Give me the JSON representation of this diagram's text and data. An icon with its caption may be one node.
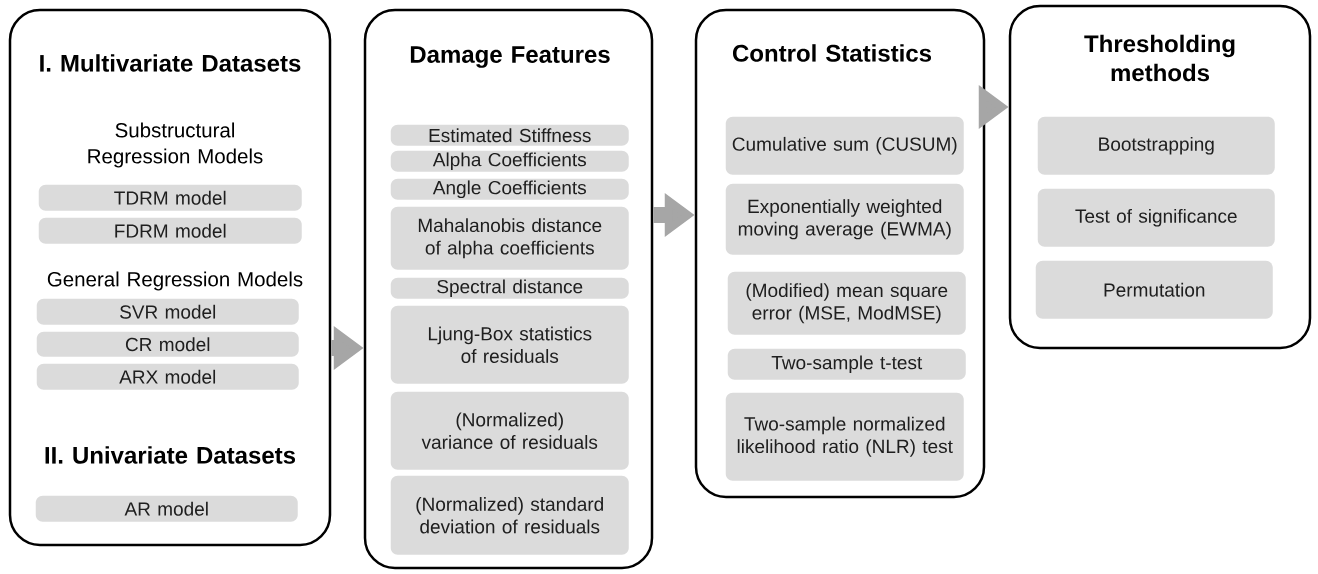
{
  "diagram": {
    "nodes": [
      {
        "text": [
          "I. Multivariate Datasets",
          "Substructural Regression Models",
          "General Regression Models",
          "II. Univariate Datasets"
        ]
      },
      {
        "text": [
          "TDRM model"
        ],
        "in": 0
      },
      {
        "text": [
          "FDRM model"
        ],
        "in": 0
      },
      {
        "text": [
          "SVR model"
        ],
        "in": 0
      },
      {
        "text": [
          "CR model"
        ],
        "in": 0
      },
      {
        "text": [
          "ARX model"
        ],
        "in": 0
      },
      {
        "text": [
          "AR model"
        ],
        "in": 0
      },
      {
        "text": [
          "Damage Features"
        ]
      },
      {
        "text": [
          "Estimated Stiffness"
        ],
        "in": 7
      },
      {
        "text": [
          "Alpha Coefficients"
        ],
        "in": 7
      },
      {
        "text": [
          "Angle Coefficients"
        ],
        "in": 7
      },
      {
        "text": [
          "Mahalanobis distance of alpha coefficients"
        ],
        "in": 7
      },
      {
        "text": [
          "Spectral distance"
        ],
        "in": 7
      },
      {
        "text": [
          "Ljung-Box statistics of residuals"
        ],
        "in": 7
      },
      {
        "text": [
          "(Normalized) variance of residuals"
        ],
        "in": 7
      },
      {
        "text": [
          "(Normalized) standard deviation of residuals"
        ],
        "in": 7
      },
      {
        "text": [
          "Control Statistics"
        ]
      },
      {
        "text": [
          "Cumulative sum (CUSUM)"
        ],
        "in": 16
      },
      {
        "text": [
          "Exponentially weighted moving average (EWMA)"
        ],
        "in": 16
      },
      {
        "text": [
          "(Modified) mean square error (MSE, ModMSE)"
        ],
        "in": 16
      },
      {
        "text": [
          "Two-sample t-test"
        ],
        "in": 16
      },
      {
        "text": [
          "Two-sample normalized likelihood ratio (NLR) test"
        ],
        "in": 16
      },
      {
        "text": [
          "Thresholding methods"
        ]
      },
      {
        "text": [
          "Bootstrapping"
        ],
        "in": 22
      },
      {
        "text": [
          "Test of significance"
        ],
        "in": 22
      },
      {
        "text": [
          "Permutation"
        ],
        "in": 22
      }
    ],
    "edges": [
      {
        "from": 0,
        "to": 7,
        "arrow": "to"
      },
      {
        "from": 7,
        "to": 16,
        "arrow": "to"
      },
      {
        "from": 16,
        "to": 22,
        "arrow": "to"
      }
    ]
  }
}
